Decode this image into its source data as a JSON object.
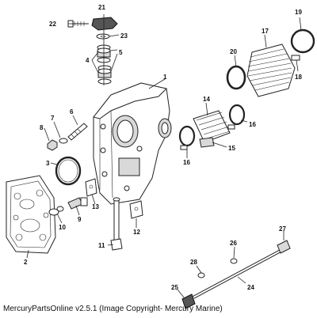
{
  "diagram": {
    "parts": [
      {
        "id": "part-1",
        "label": "1"
      },
      {
        "id": "part-2",
        "label": "2"
      },
      {
        "id": "part-3",
        "label": "3"
      },
      {
        "id": "part-4",
        "label": "4"
      },
      {
        "id": "part-5",
        "label": "5"
      },
      {
        "id": "part-6",
        "label": "6"
      },
      {
        "id": "part-7",
        "label": "7"
      },
      {
        "id": "part-8",
        "label": "8"
      },
      {
        "id": "part-9",
        "label": "9"
      },
      {
        "id": "part-10",
        "label": "10"
      },
      {
        "id": "part-11",
        "label": "11"
      },
      {
        "id": "part-12",
        "label": "12"
      },
      {
        "id": "part-13",
        "label": "13"
      },
      {
        "id": "part-14",
        "label": "14"
      },
      {
        "id": "part-15",
        "label": "15"
      },
      {
        "id": "part-16a",
        "label": "16"
      },
      {
        "id": "part-16b",
        "label": "16"
      },
      {
        "id": "part-17",
        "label": "17"
      },
      {
        "id": "part-18",
        "label": "18"
      },
      {
        "id": "part-19",
        "label": "19"
      },
      {
        "id": "part-20",
        "label": "20"
      },
      {
        "id": "part-21",
        "label": "21"
      },
      {
        "id": "part-22",
        "label": "22"
      },
      {
        "id": "part-23",
        "label": "23"
      },
      {
        "id": "part-24",
        "label": "24"
      },
      {
        "id": "part-25",
        "label": "25"
      },
      {
        "id": "part-26",
        "label": "26"
      },
      {
        "id": "part-27",
        "label": "27"
      },
      {
        "id": "part-28",
        "label": "28"
      }
    ]
  },
  "footer": {
    "copyright": "MercuryPartsOnline v2.5.1 (Image Copyright- Mercury Marine)"
  }
}
